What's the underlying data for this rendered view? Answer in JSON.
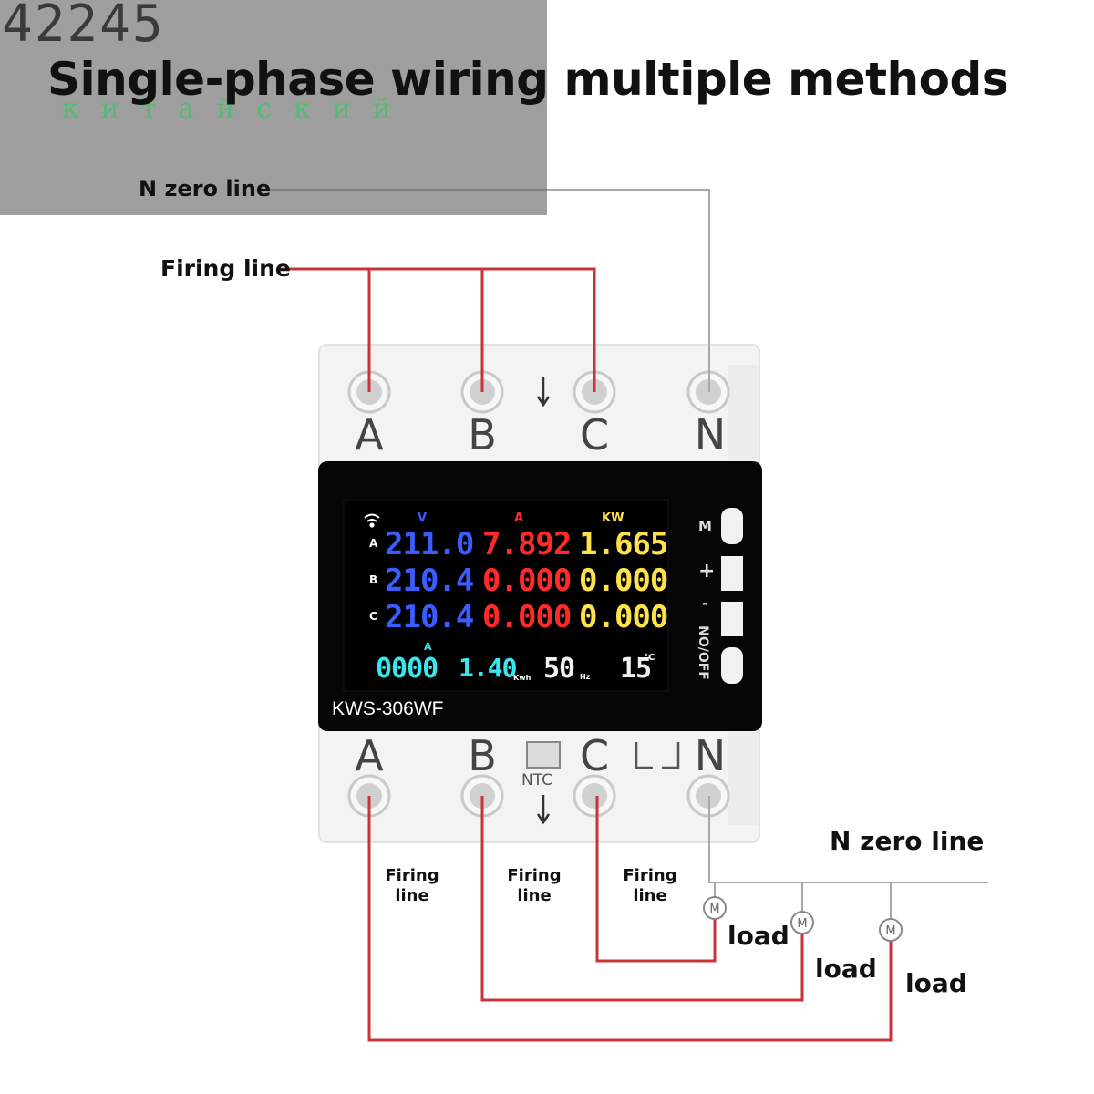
{
  "title": "Single-phase wiring multiple methods",
  "watermark": {
    "id": "42245",
    "word": "китайский"
  },
  "labels": {
    "n_zero_line": "N zero line",
    "firing_line": "Firing line",
    "firing_line_wrapped": [
      "Firing",
      "line"
    ],
    "load": "load"
  },
  "device": {
    "model": "KWS-306WF",
    "terminals_top": [
      "A",
      "B",
      "C",
      "N"
    ],
    "terminals_bottom": [
      "A",
      "B",
      "C",
      "N"
    ],
    "ntc_label": "NTC",
    "buttons": [
      "M",
      "+",
      "-",
      "NO/OFF"
    ],
    "display": {
      "column_headers": {
        "voltage": "V",
        "current": "A",
        "power": "KW"
      },
      "rows": [
        {
          "phase": "A",
          "voltage": "211.0",
          "current": "7.892",
          "power": "1.665"
        },
        {
          "phase": "B",
          "voltage": "210.4",
          "current": "0.000",
          "power": "0.000"
        },
        {
          "phase": "C",
          "voltage": "210.4",
          "current": "0.000",
          "power": "0.000"
        }
      ],
      "neutral_header": "A",
      "neutral_current": "0000",
      "energy": "1.40",
      "energy_unit": "Kwh",
      "frequency": "50",
      "frequency_unit": "Hz",
      "temperature": "15",
      "temperature_unit": "°C"
    }
  },
  "colors": {
    "wire_red": "#c8343a",
    "wire_gray": "#9a9a9a",
    "seg_blue": "#3b5cff",
    "seg_red": "#ff2a2a",
    "seg_yellow": "#ffe24a",
    "seg_cyan": "#38e6ee"
  },
  "icons": [
    "wifi-icon",
    "arrow-down-icon",
    "motor-icon"
  ]
}
